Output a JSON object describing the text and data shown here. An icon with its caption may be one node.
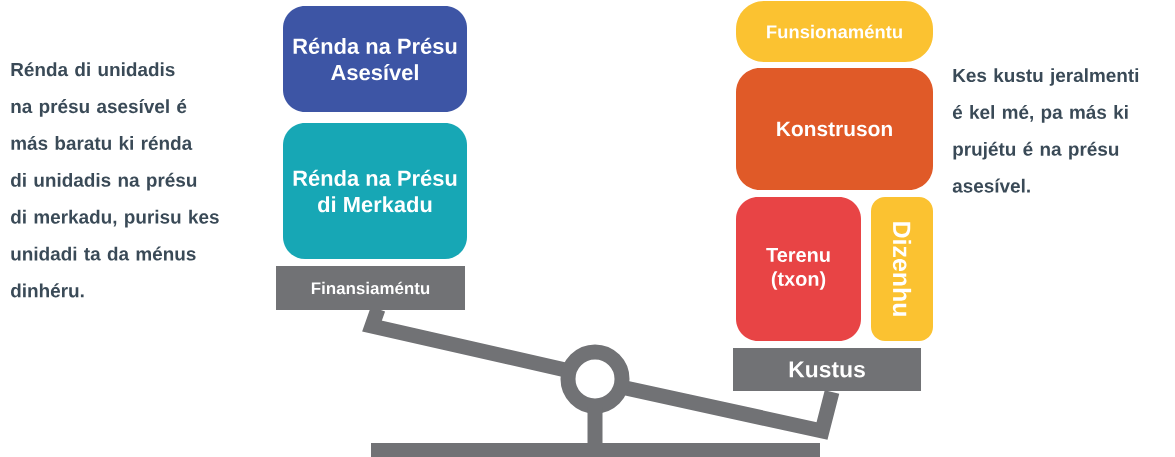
{
  "diagram": {
    "nodes": [
      {
        "text": [
          "Rénda na Présu Asesível"
        ]
      },
      {
        "text": [
          "Rénda na Présu di Merkadu"
        ]
      },
      {
        "text": [
          "Finansiaméntu"
        ]
      },
      {
        "text": [
          "Funsionaméntu"
        ]
      },
      {
        "text": [
          "Konstruson"
        ]
      },
      {
        "text": [
          "Terenu (txon)"
        ]
      },
      {
        "text": [
          "Dizenhu"
        ]
      },
      {
        "text": [
          "Kustus"
        ]
      }
    ],
    "labels": [
      "Rénda di unidadis na présu asesível é más baratu ki rénda di unidadis na présu di merkadu, purisu kes unidadi ta da ménus dinhéru.",
      "Kes kustu jeralmenti é kel mé, pa más ki prujétu é na présu asesível."
    ]
  }
}
